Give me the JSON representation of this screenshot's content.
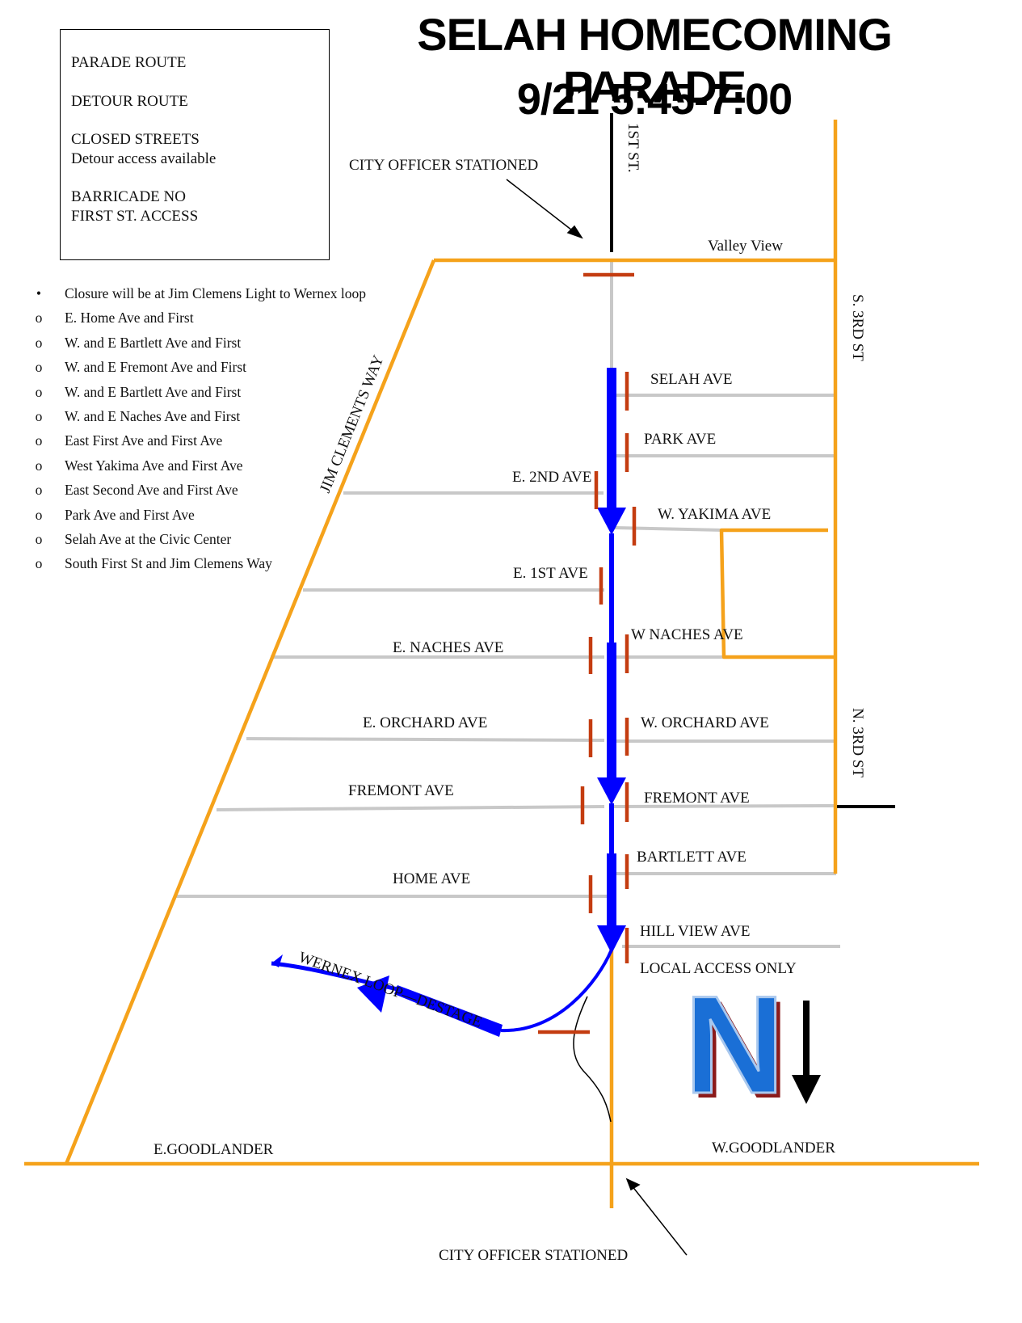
{
  "title": "SELAH HOMECOMING PARADE",
  "subtitle": "9/21 5:45-7:00",
  "legend": {
    "parade_route": "PARADE ROUTE",
    "detour_route": "DETOUR ROUTE",
    "closed_streets": "CLOSED STREETS",
    "closed_streets_note": "Detour access available",
    "barricade_line1": "BARRICADE NO",
    "barricade_line2": "FIRST ST. ACCESS"
  },
  "colors": {
    "parade": "#0000ff",
    "detour": "#f5a21b",
    "closed": "#c8c8c8",
    "barricade": "#c43c10",
    "north": "#1a6fd6",
    "north_shadow": "#8b1a1a"
  },
  "closures": [
    {
      "marker": "•",
      "text": "Closure will be at Jim Clemens Light to Wernex loop"
    },
    {
      "marker": "o",
      "text": "E. Home Ave and First"
    },
    {
      "marker": "o",
      "text": "W. and E Bartlett Ave and First"
    },
    {
      "marker": "o",
      "text": "W. and E Fremont Ave and First"
    },
    {
      "marker": "o",
      "text": "W. and E Bartlett Ave and First"
    },
    {
      "marker": "o",
      "text": "W. and E Naches Ave and First"
    },
    {
      "marker": "o",
      "text": "East First Ave and First Ave"
    },
    {
      "marker": "o",
      "text": "West Yakima Ave and First Ave"
    },
    {
      "marker": "o",
      "text": "East Second Ave and First Ave"
    },
    {
      "marker": "o",
      "text": "Park Ave and First Ave"
    },
    {
      "marker": "o",
      "text": "Selah Ave at the Civic Center"
    },
    {
      "marker": "o",
      "text": "South First St and Jim Clemens Way"
    }
  ],
  "map_labels": {
    "officer_top": "CITY OFFICER STATIONED",
    "officer_bottom": "CITY OFFICER STATIONED",
    "first_st": "1ST ST.",
    "valley_view": "Valley View",
    "s_3rd": "S. 3RD ST",
    "n_3rd": "N. 3RD ST",
    "jim_clements": "JIM CLEMENTS WAY",
    "selah_ave": "SELAH AVE",
    "park_ave": "PARK AVE",
    "e_2nd": "E. 2ND AVE",
    "w_yakima": "W. YAKIMA AVE",
    "e_1st": "E. 1ST AVE",
    "e_naches": "E. NACHES AVE",
    "w_naches": "W NACHES AVE",
    "e_orchard": "E. ORCHARD AVE",
    "w_orchard": "W. ORCHARD AVE",
    "fremont_w": "FREMONT AVE",
    "fremont_e": "FREMONT AVE",
    "bartlett": "BARTLETT AVE",
    "home": "HOME AVE",
    "hill_view": "HILL VIEW AVE",
    "local_access": "LOCAL ACCESS ONLY",
    "wernex": "WERNEX LOOP—DESTAGE",
    "e_goodlander": "E.GOODLANDER",
    "w_goodlander": "W.GOODLANDER",
    "north_letter": "N"
  }
}
